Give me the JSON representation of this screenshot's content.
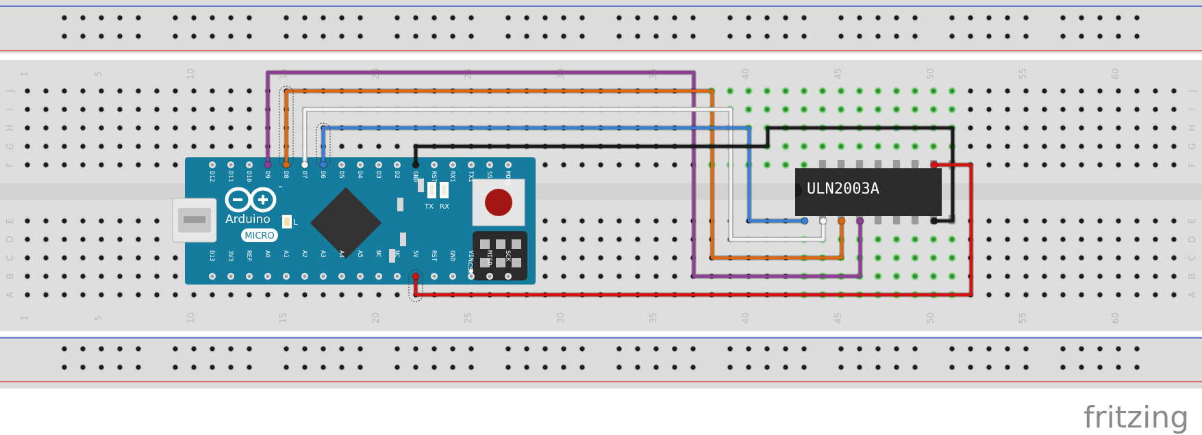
{
  "breadboard": {
    "row_letters_top": [
      "J",
      "I",
      "H",
      "G",
      "F"
    ],
    "row_letters_bottom": [
      "E",
      "D",
      "C",
      "B",
      "A"
    ],
    "column_numbers": [
      "1",
      "5",
      "10",
      "15",
      "20",
      "25",
      "30",
      "35",
      "40",
      "45",
      "50",
      "55",
      "60"
    ]
  },
  "arduino": {
    "name": "Arduino",
    "model": "MICRO",
    "tm": "™",
    "led_l": "L",
    "tx": "TX",
    "rx": "RX",
    "icsp": "ICSP",
    "top_pins": [
      "D12",
      "D11",
      "D10",
      "D9",
      "D8",
      "D7",
      "D6",
      "D5",
      "D4",
      "D3",
      "D2",
      "GND",
      "RST",
      "RX1",
      "TX1",
      "SS",
      "MOSI"
    ],
    "bottom_pins": [
      "D13",
      "3V3",
      "REF",
      "A0",
      "A1",
      "A2",
      "A3",
      "A4",
      "A5",
      "NC",
      "NC",
      "5V",
      "RST",
      "GND",
      "VIN",
      "MISO",
      "SCK"
    ]
  },
  "chip": {
    "label": "ULN2003A"
  },
  "logo": {
    "text": "fritzing"
  },
  "colors": {
    "board": "#e0e0e0",
    "rail_blue": "#2a3ed8",
    "rail_red": "#d82a2a",
    "arduino": "#157c9d",
    "chip": "#2b2b2b",
    "wire_purple": "#8c3f94",
    "wire_orange": "#e0650f",
    "wire_white": "#f2f2f2",
    "wire_blue": "#3a7fd4",
    "wire_black": "#1a1a1a",
    "wire_red": "#d41212"
  }
}
